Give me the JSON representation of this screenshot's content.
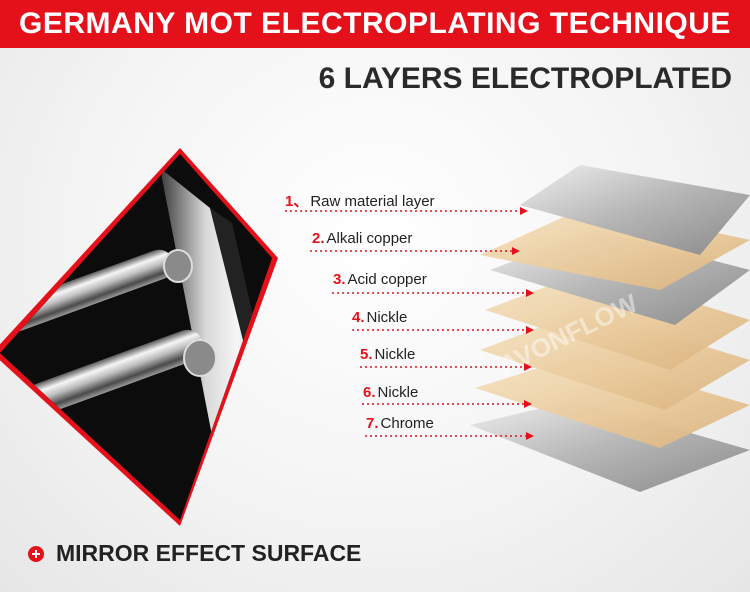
{
  "header": {
    "title": "GERMANY MOT ELECTROPLATING TECHNIQUE",
    "subtitle": "6 LAYERS ELECTROPLATED"
  },
  "layers": [
    {
      "number": "1、",
      "name": "Raw material layer",
      "color": "#9c9c9c"
    },
    {
      "number": "2.",
      "name": "Alkali copper",
      "color": "#e6c896"
    },
    {
      "number": "3.",
      "name": "Acid copper",
      "color": "#a0a0a0"
    },
    {
      "number": "4.",
      "name": "Nickle",
      "color": "#e6c896"
    },
    {
      "number": "5.",
      "name": "Nickle",
      "color": "#e6c896"
    },
    {
      "number": "6.",
      "name": "Nickle",
      "color": "#e6c896"
    },
    {
      "number": "7.",
      "name": "Chrome",
      "color": "#9a9a9a"
    }
  ],
  "watermark": "AVONFLOW",
  "footer": {
    "text": "MIRROR EFFECT SURFACE"
  },
  "colors": {
    "accent": "#e4111b"
  }
}
